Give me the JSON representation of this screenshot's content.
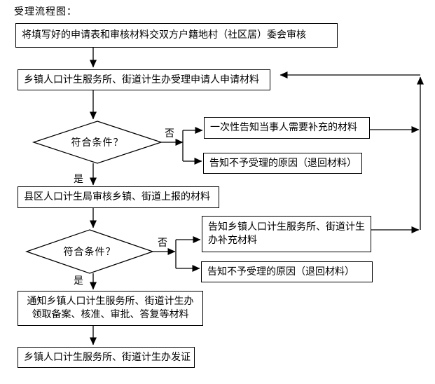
{
  "title": "受理流程图：",
  "colors": {
    "line": "#000000",
    "text": "#000000",
    "box_background": "#ffffff",
    "page_background": "#ffffff"
  },
  "nodes": {
    "n1": {
      "label": "将填写好的申请表和审核材料交双方户籍地村（社区居）委会审核"
    },
    "n2": {
      "label": "乡镇人口计生服务所、街道计生办受理申请人申请材料"
    },
    "d1": {
      "label": "符合条件？",
      "yes": "是",
      "no": "否"
    },
    "n3": {
      "label": "一次性告知当事人需要补充的材料"
    },
    "n4": {
      "label": "告知不予受理的原因（退回材料）"
    },
    "n5": {
      "label": "县区人口计生局审核乡镇、街道上报的材料"
    },
    "d2": {
      "label": "符合条件？",
      "yes": "是",
      "no": "否"
    },
    "n6": {
      "line1": "告知乡镇人口计生服务所、街道计生",
      "line2": "办补充材料"
    },
    "n7": {
      "label": "告知不予受理的原因（退回材料）"
    },
    "n8": {
      "line1": "通知乡镇人口计生服务所、街道计生办",
      "line2": "领取备案、核准、审批、答复等材料"
    },
    "n9": {
      "label": "乡镇人口计生服务所、街道计生办发证"
    }
  }
}
